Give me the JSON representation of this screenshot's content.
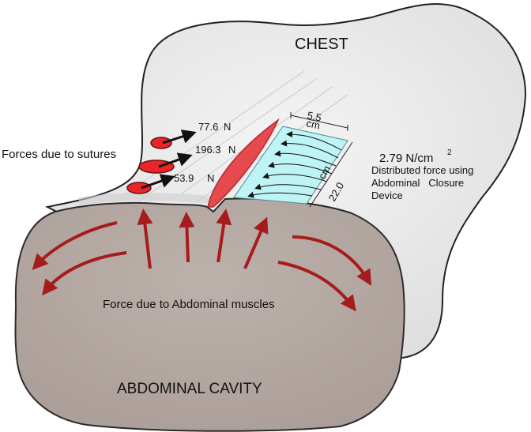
{
  "regions": {
    "chest": "CHEST",
    "abdominal_cavity": "ABDOMINAL CAVITY"
  },
  "labels": {
    "sutures": "Forces due to sutures",
    "muscles": "Force due to Abdominal muscles",
    "pressure_value": "2.79 N/cm",
    "pressure_exponent": "2",
    "device_line1": "Distributed force using",
    "device_line2": "Abdominal   Closure",
    "device_line3": "Device",
    "dim_width_value": "5.5",
    "dim_width_unit": "cm",
    "dim_length_value": "22.0",
    "dim_length_unit": "cm"
  },
  "suture_forces": [
    {
      "value": "77.6",
      "unit": "N"
    },
    {
      "value": "196.3",
      "unit": "N"
    },
    {
      "value": "53.9",
      "unit": "N"
    }
  ],
  "colors": {
    "chest_fill": "#ececec",
    "abdomen_fill": "#b5a8a3",
    "muscle_arrow": "#a61c1c",
    "suture_oval": "#e8262a",
    "device_fill": "#bff4f6",
    "wound": "#e64a4f"
  }
}
